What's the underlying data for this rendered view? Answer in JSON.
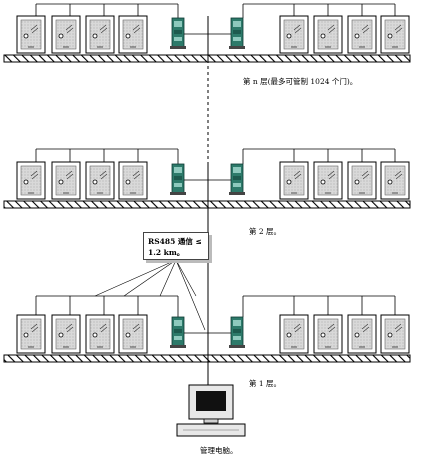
{
  "floors": [
    {
      "label": "第 n 层(最多可管制 1024 个门)。"
    },
    {
      "label": "第 2 层。"
    },
    {
      "label": "第 1 层。"
    }
  ],
  "callout": {
    "line1": "RS485 通信 ≤",
    "line2": "1.2 km。"
  },
  "pc": {
    "label": "管理电脑。"
  },
  "colors": {
    "line": "#000000",
    "door_fill": "#d6d6d6",
    "controller": "#2d7a6a",
    "screen": "#111111"
  },
  "icons": [
    "door-icon",
    "controller-icon",
    "computer-icon"
  ]
}
